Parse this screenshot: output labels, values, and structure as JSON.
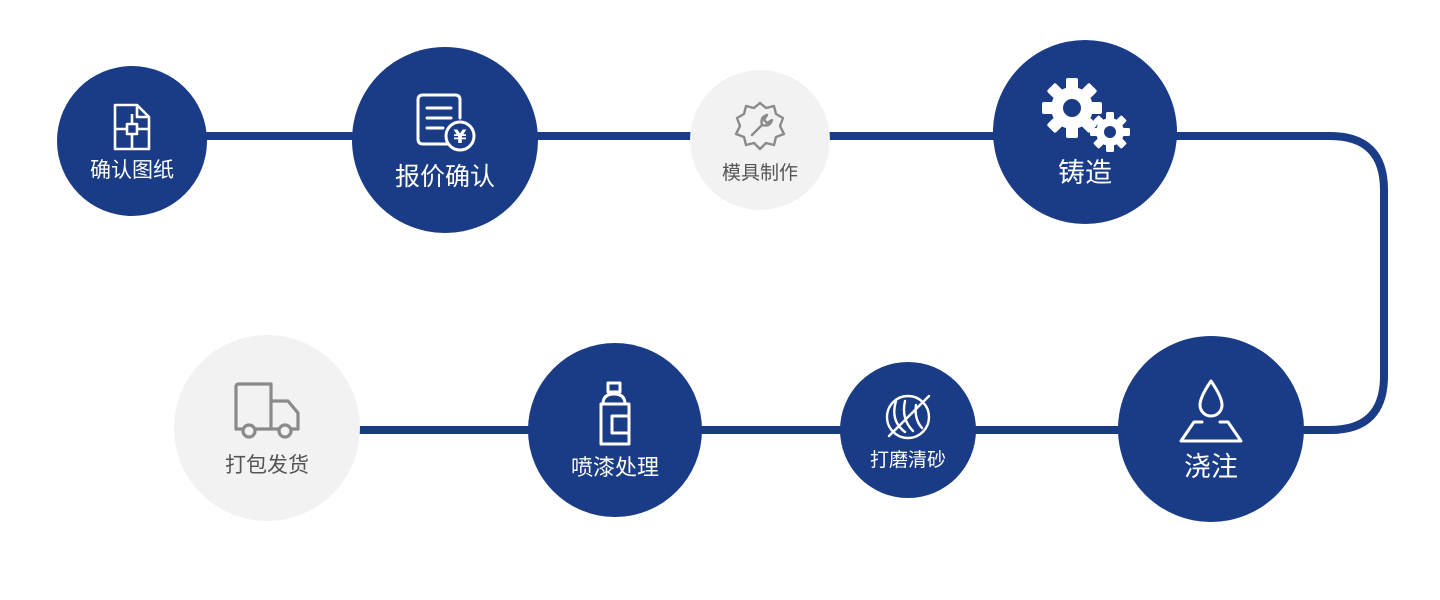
{
  "colors": {
    "primary": "#1a3b86",
    "secondary_bg": "#f2f2f3",
    "secondary_icon": "#8a8a8a",
    "secondary_text": "#555555",
    "line": "#1a3b86"
  },
  "steps": [
    {
      "label": "确认图纸",
      "icon": "document-plan-icon",
      "style": "primary"
    },
    {
      "label": "报价确认",
      "icon": "price-list-icon",
      "style": "primary"
    },
    {
      "label": "模具制作",
      "icon": "wrench-gear-icon",
      "style": "secondary"
    },
    {
      "label": "铸造",
      "icon": "gears-icon",
      "style": "primary"
    },
    {
      "label": "浇注",
      "icon": "water-drop-icon",
      "style": "primary"
    },
    {
      "label": "打磨清砂",
      "icon": "sphere-icon",
      "style": "primary"
    },
    {
      "label": "喷漆处理",
      "icon": "spray-can-icon",
      "style": "primary"
    },
    {
      "label": "打包发货",
      "icon": "truck-icon",
      "style": "secondary"
    }
  ]
}
